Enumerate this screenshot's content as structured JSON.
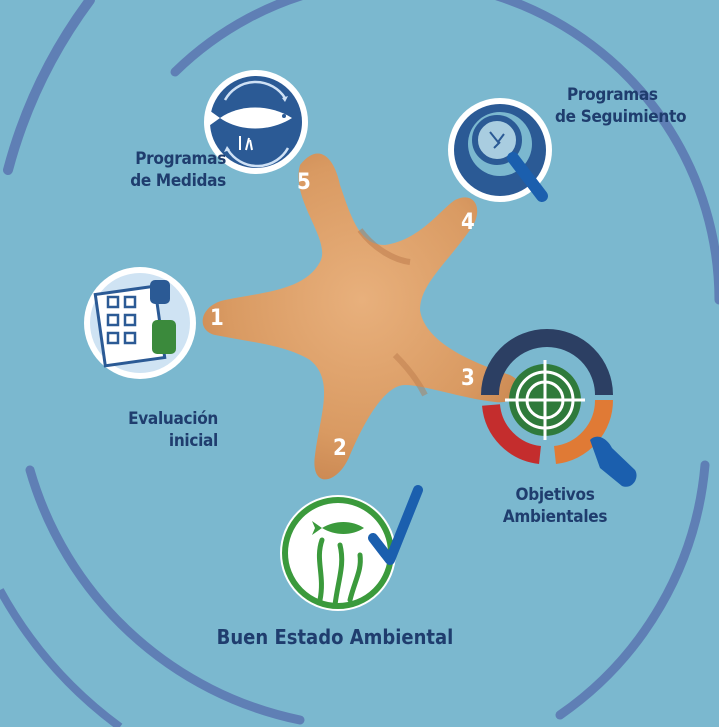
{
  "steps": [
    {
      "number": "1",
      "label_lines": [
        "Evaluación",
        "inicial"
      ],
      "icon": "checklist-thumbs-icon"
    },
    {
      "number": "2",
      "label_lines": [
        "Buen Estado Ambiental"
      ],
      "icon": "fish-seaweed-check-icon"
    },
    {
      "number": "3",
      "label_lines": [
        "Objetivos",
        "Ambientales"
      ],
      "icon": "target-hand-icon"
    },
    {
      "number": "4",
      "label_lines": [
        "Programas",
        "de Seguimiento"
      ],
      "icon": "magnifier-icon"
    },
    {
      "number": "5",
      "label_lines": [
        "Programas",
        "de Medidas"
      ],
      "icon": "fish-cycle-icon"
    }
  ],
  "center_graphic": "starfish",
  "colors": {
    "background": "#7bb8cf",
    "starfish": "#d99a62",
    "label_text": "#1f3d6e",
    "green_accent": "#3b9a3c",
    "blue_check": "#1b5fae"
  }
}
